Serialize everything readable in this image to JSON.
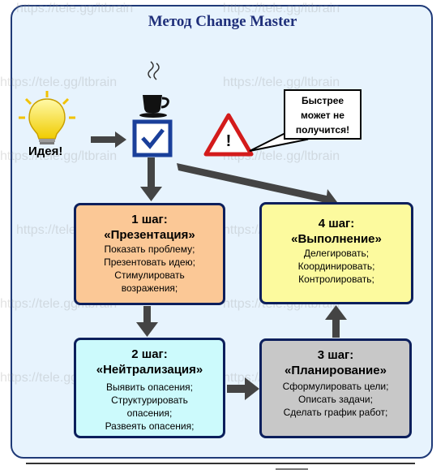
{
  "title": "Метод Change Master",
  "watermark": "https://tele.gg/ltbrain",
  "idea_label": "Идея!",
  "callout_text": [
    "Быстрее",
    "может не",
    "получится!"
  ],
  "warning_symbol": "!",
  "steps": [
    {
      "step": "1 шаг:",
      "name": "«Презентация»",
      "items": [
        "Показать проблему;",
        "Презентовать идею;",
        "Стимулировать",
        "возражения;"
      ],
      "color": "#fbc896"
    },
    {
      "step": "2 шаг:",
      "name": "«Нейтрализация»",
      "items": [
        "Выявить опасения;",
        "Структурировать",
        "опасения;",
        "Развеять опасения;"
      ],
      "color": "#ccfafc"
    },
    {
      "step": "3 шаг:",
      "name": "«Планирование»",
      "items": [
        "Сформулировать цели;",
        "Описать задачи;",
        "Сделать график работ;"
      ],
      "color": "#c8c8c8"
    },
    {
      "step": "4 шаг:",
      "name": "«Выполнение»",
      "items": [
        "Делегировать;",
        "Координировать;",
        "Контролировать;"
      ],
      "color": "#fcfa9e"
    }
  ],
  "icons": [
    "lightbulb-icon",
    "coffee-cup-icon",
    "checkbox-icon",
    "warning-triangle-icon"
  ]
}
